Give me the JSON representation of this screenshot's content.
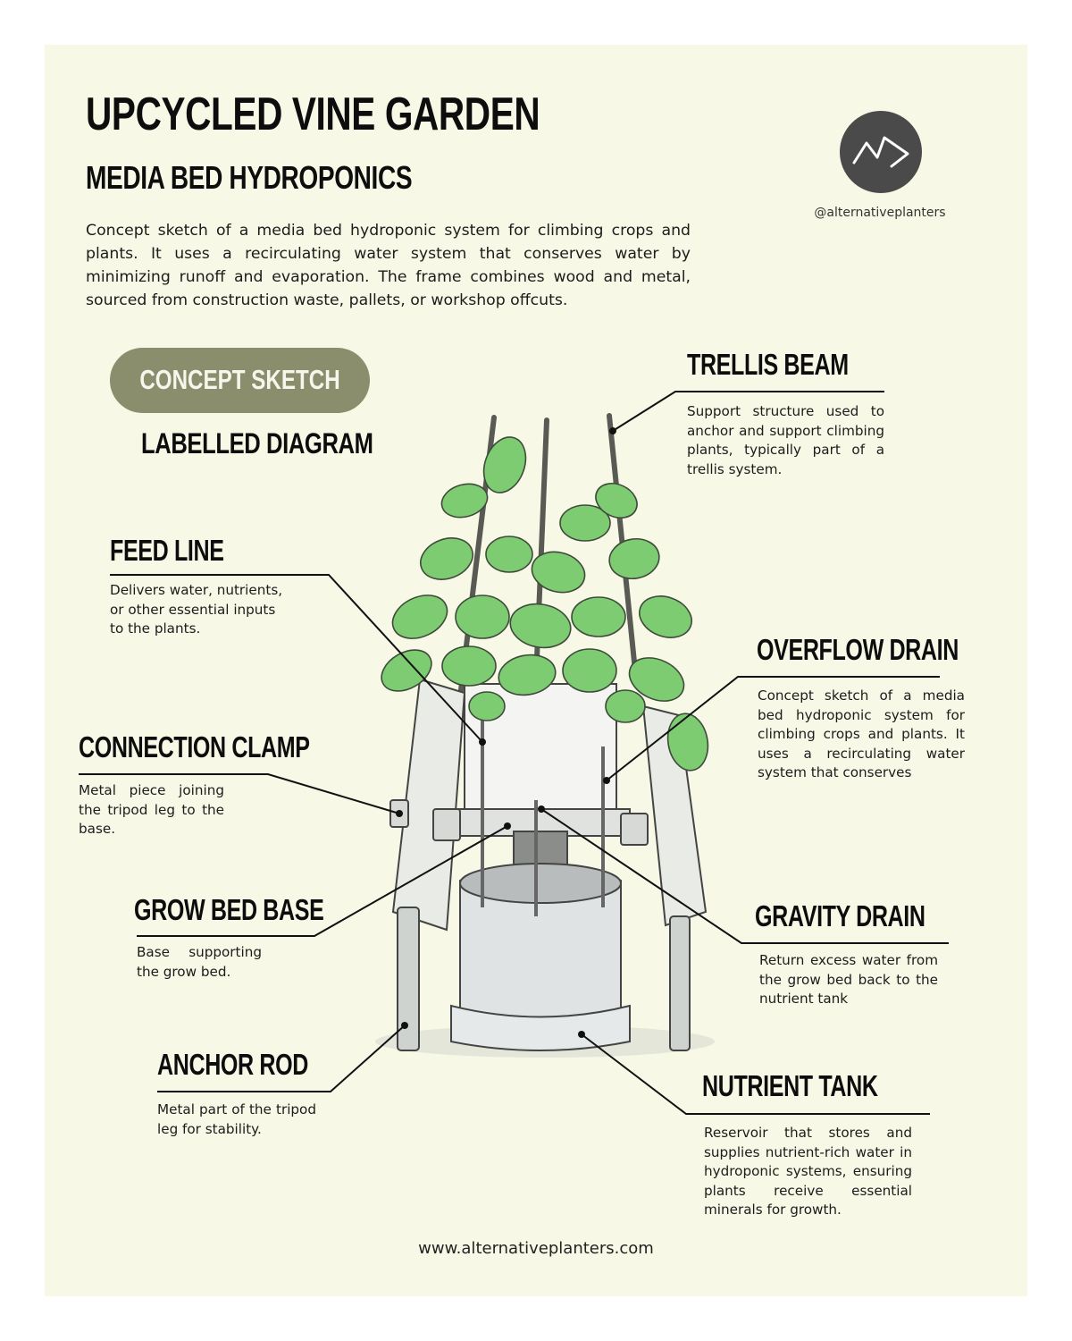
{
  "header": {
    "title": "UPCYCLED VINE GARDEN",
    "subtitle": "MEDIA BED HYDROPONICS",
    "intro": "Concept sketch of a media bed hydroponic system for climbing crops and plants. It uses a recirculating water system that conserves water by minimizing runoff and evaporation. The frame combines wood and metal, sourced from construction waste, pallets, or workshop offcuts.",
    "handle": "@alternativeplanters"
  },
  "badge": {
    "text": "CONCEPT SKETCH",
    "subtext": "LABELLED DIAGRAM"
  },
  "callouts": {
    "trellis_beam": {
      "title": "TRELLIS BEAM",
      "text": "Support structure used to anchor and support climbing plants, typically part of a trellis system."
    },
    "feed_line": {
      "title": "FEED LINE",
      "text": "Delivers water, nutrients, or other essential inputs to the plants."
    },
    "overflow_drain": {
      "title": "OVERFLOW DRAIN",
      "text": "Concept sketch of a media bed hydroponic system for climbing crops and plants. It uses a recirculating water system that conserves"
    },
    "connection_clamp": {
      "title": "CONNECTION CLAMP",
      "text": "Metal piece joining the tripod leg to the base."
    },
    "grow_bed_base": {
      "title": "GROW BED BASE",
      "text": "Base supporting the grow bed."
    },
    "gravity_drain": {
      "title": "GRAVITY DRAIN",
      "text": "Return excess water from the grow bed back to the nutrient tank"
    },
    "anchor_rod": {
      "title": "ANCHOR ROD",
      "text": "Metal part of the tripod leg for stability."
    },
    "nutrient_tank": {
      "title": "NUTRIENT TANK",
      "text": "Reservoir that stores and supplies nutrient-rich water in hydroponic systems, ensuring plants receive essential minerals for growth."
    }
  },
  "footer": {
    "url": "www.alternativeplanters.com"
  },
  "colors": {
    "background": "#f7f9e6",
    "pill": "#8b8e6c",
    "logo": "#4a4a4a",
    "leaf": "#7dcc72",
    "line": "#111111"
  },
  "icons": {
    "logo": "alternative-planters-logo-icon"
  }
}
